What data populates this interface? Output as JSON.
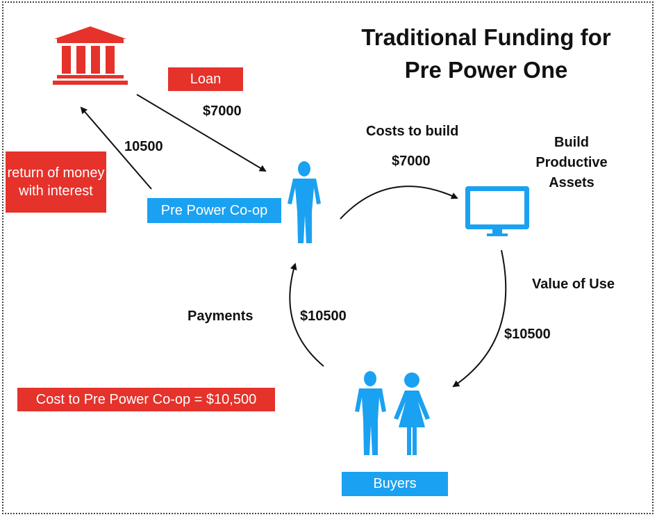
{
  "title_line1": "Traditional Funding for",
  "title_line2": "Pre Power One",
  "loan": "Loan",
  "loan_amount": "$7000",
  "repay_amount": "10500",
  "return_note": "return of money with interest",
  "coop": "Pre Power Co-op",
  "costs_to_build": "Costs to build",
  "build_amount": "$7000",
  "build_assets": "Build Productive Assets",
  "value_of_use": "Value of Use",
  "value_amount": "$10500",
  "payments": "Payments",
  "payments_amount": "$10500",
  "total_cost": "Cost to Pre Power Co-op = $10,500",
  "buyers": "Buyers",
  "colors": {
    "red": "#e5322b",
    "blue": "#1ba1f1"
  },
  "icons": [
    "bank-icon",
    "person-icon",
    "monitor-icon",
    "buyers-icon"
  ]
}
